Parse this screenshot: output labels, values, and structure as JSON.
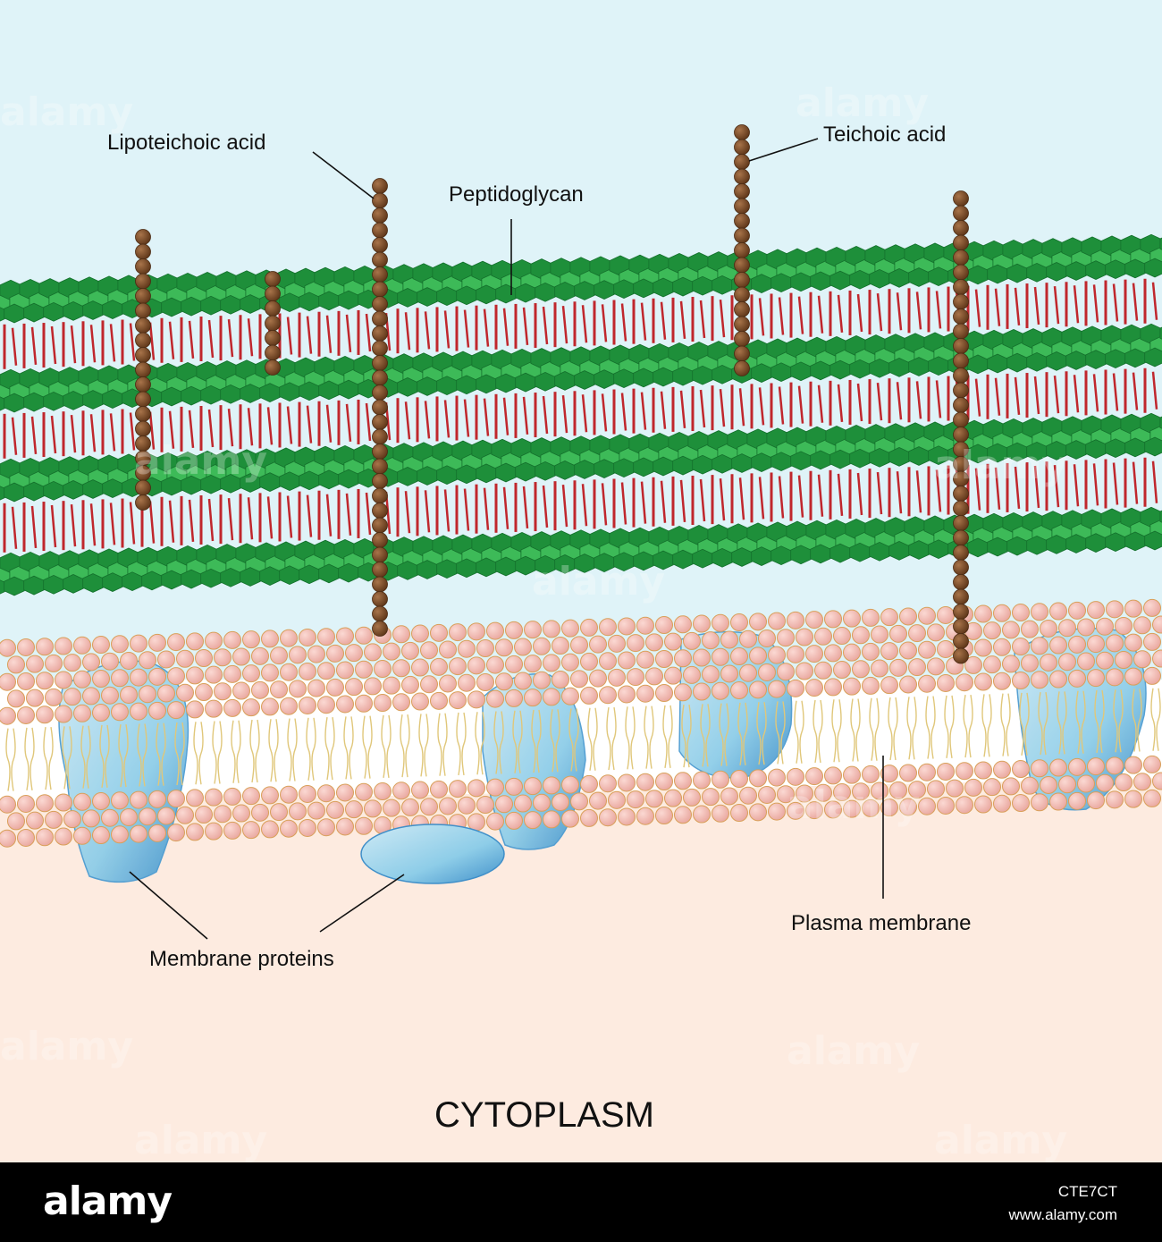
{
  "labels": {
    "lipoteichoic_acid": "Lipoteichoic acid",
    "teichoic_acid": "Teichoic acid",
    "peptidoglycan": "Peptidoglycan",
    "membrane_proteins": "Membrane proteins",
    "plasma_membrane": "Plasma membrane",
    "cytoplasm": "CYTOPLASM"
  },
  "watermark": "alamy",
  "footer": {
    "logo": "alamy",
    "image_id": "CTE7CT",
    "site": "www.alamy.com"
  },
  "colors": {
    "exterior": "#dff3f8",
    "cytoplasm": "#fdebe0",
    "peptidoglycan_dark": "#1e8f3a",
    "peptidoglycan_light": "#3dba58",
    "crosslink": "#c0272d",
    "teichoic_bead": "#7b4a26",
    "lipid_head": "#f3b8b0",
    "lipid_tail": "#e0c77a",
    "protein": "#8ecde8",
    "footer": "#000000"
  },
  "icons": {
    "teichoic_chain": "bead-chain-icon",
    "lipid": "phospholipid-icon",
    "protein": "membrane-protein-icon"
  }
}
